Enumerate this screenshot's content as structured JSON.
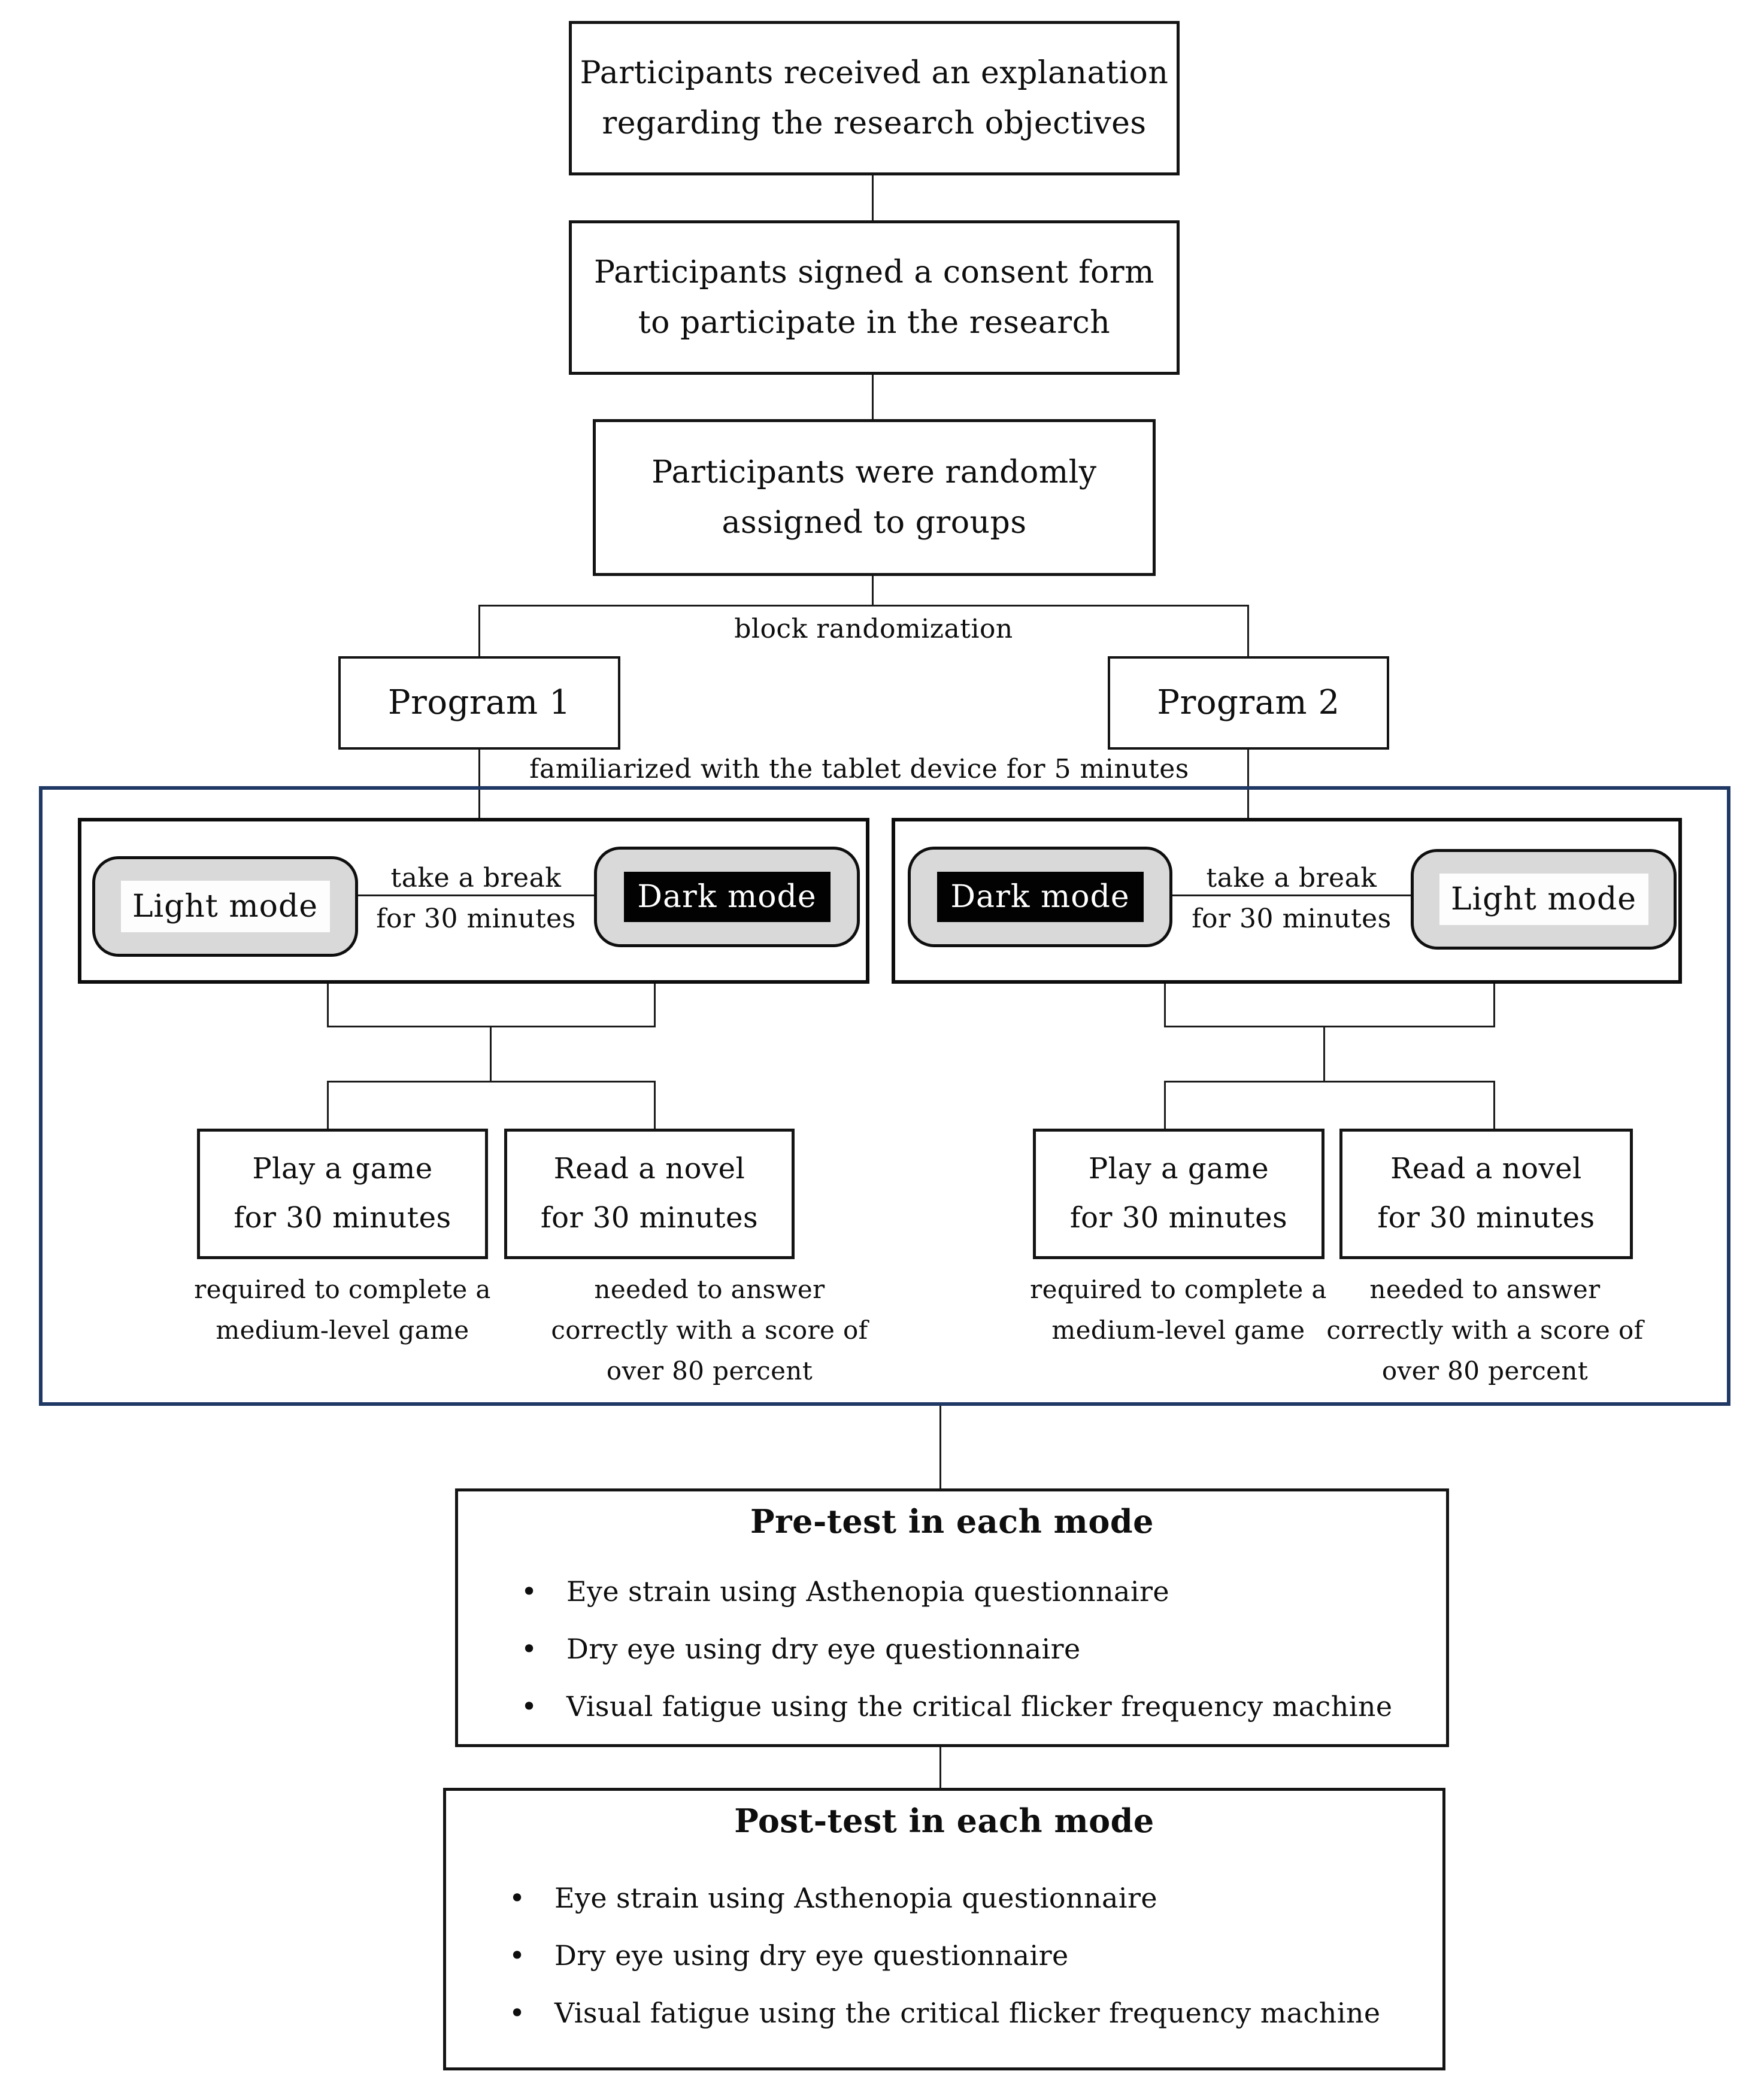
{
  "colors": {
    "outer_border_blue": "#1F3864",
    "box_border": "#141414",
    "capsule_fill": "#D9D9D9",
    "dark_mode_fill": "#020202",
    "background": "#FFFFFF"
  },
  "steps": {
    "explanation_l1": "Participants received an explanation",
    "explanation_l2": "regarding the research objectives",
    "consent_l1": "Participants signed a consent form",
    "consent_l2": "to participate in the research",
    "assign_l1": "Participants were randomly",
    "assign_l2": "assigned to groups"
  },
  "labels": {
    "block_randomization": "block randomization",
    "familiarized": "familiarized with the tablet device for 5 minutes",
    "break_l1": "take a break",
    "break_l2": "for 30 minutes"
  },
  "programs": {
    "p1": "Program 1",
    "p2": "Program 2"
  },
  "modes": {
    "light": "Light mode",
    "dark": "Dark mode"
  },
  "tasks": {
    "game_l1": "Play a game",
    "game_l2": "for 30 minutes",
    "novel_l1": "Read a novel",
    "novel_l2": "for 30 minutes",
    "game_note_l1": "required to complete a",
    "game_note_l2": "medium-level game",
    "novel_note_l1": "needed to answer",
    "novel_note_l2": "correctly with a score of",
    "novel_note_l3": "over 80 percent"
  },
  "pretest": {
    "title": "Pre-test in each mode",
    "bullets": [
      "Eye strain using Asthenopia questionnaire",
      "Dry eye using dry eye questionnaire",
      "Visual fatigue using the critical flicker frequency machine"
    ]
  },
  "posttest": {
    "title": "Post-test in each mode",
    "bullets": [
      "Eye strain using Asthenopia questionnaire",
      "Dry eye using dry eye questionnaire",
      "Visual fatigue using the critical flicker frequency machine"
    ]
  }
}
